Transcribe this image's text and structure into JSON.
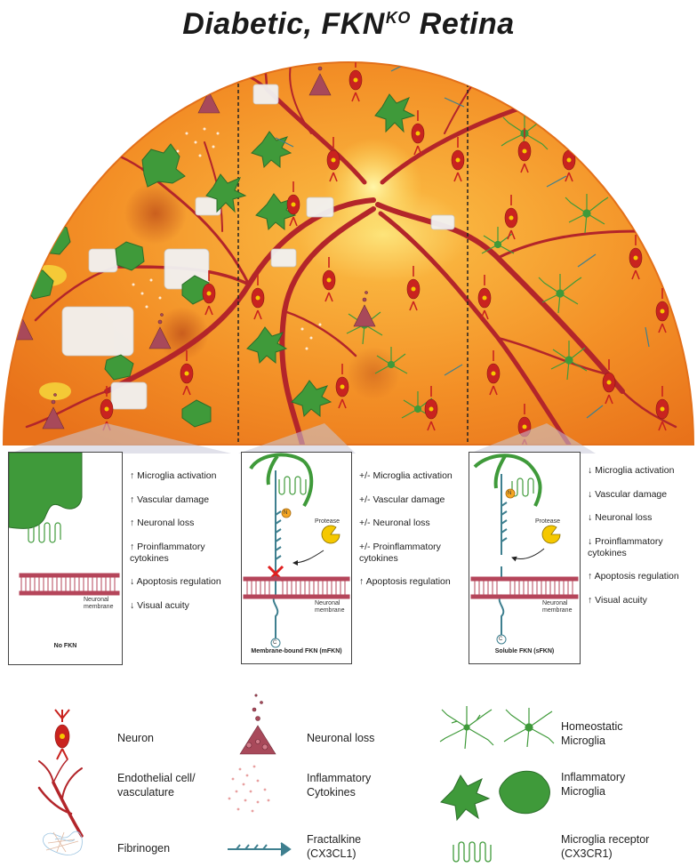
{
  "title": {
    "main": "Diabetic, FKN",
    "sup": "KO",
    "suffix": " Retina"
  },
  "panels": [
    {
      "caption": "No FKN",
      "effects": [
        "↑ Microglia activation",
        "↑ Vascular damage",
        "↑ Neuronal loss",
        "↑ Proinflammatory cytokines",
        "↓ Apoptosis regulation",
        "↓ Visual acuity"
      ]
    },
    {
      "caption": "Membrane-bound FKN (mFKN)",
      "effects": [
        "+/- Microglia activation",
        "+/- Vascular damage",
        "+/- Neuronal loss",
        "+/- Proinflammatory cytokines",
        "↑ Apoptosis regulation"
      ]
    },
    {
      "caption": "Soluble FKN (sFKN)",
      "effects": [
        "↓ Microglia activation",
        "↓ Vascular damage",
        "↓ Neuronal loss",
        "↓ Proinflammatory cytokines",
        "↑ Apoptosis regulation",
        "↑ Visual acuity"
      ]
    }
  ],
  "panel_labels": {
    "membrane": "Neuronal membrane",
    "protease": "Protease",
    "n_marker": "N",
    "c_marker": "C"
  },
  "legend": {
    "neuron": "Neuron",
    "neuronal_loss": "Neuronal loss",
    "homeostatic_microglia": "Homeostatic Microglia",
    "endothelial": "Endothelial cell/ vasculature",
    "cytokines": "Inflammatory Cytokines",
    "inflammatory_microglia": "Inflammatory Microglia",
    "fibrinogen": "Fibrinogen",
    "fractalkine": "Fractalkine (CX3CL1)",
    "receptor": "Microglia receptor (CX3CR1)"
  },
  "colors": {
    "retina_outer": "#ef7d1f",
    "retina_inner": "#f7a531",
    "vessel": "#b3252a",
    "microglia": "#3f9a3a",
    "microglia_dark": "#2c6e2a",
    "neuron": "#c9231f",
    "dying_neuron": "#a8495a",
    "membrane": "#b5455a",
    "fractalkine": "#3e7f8f",
    "protease": "#f5c800"
  }
}
